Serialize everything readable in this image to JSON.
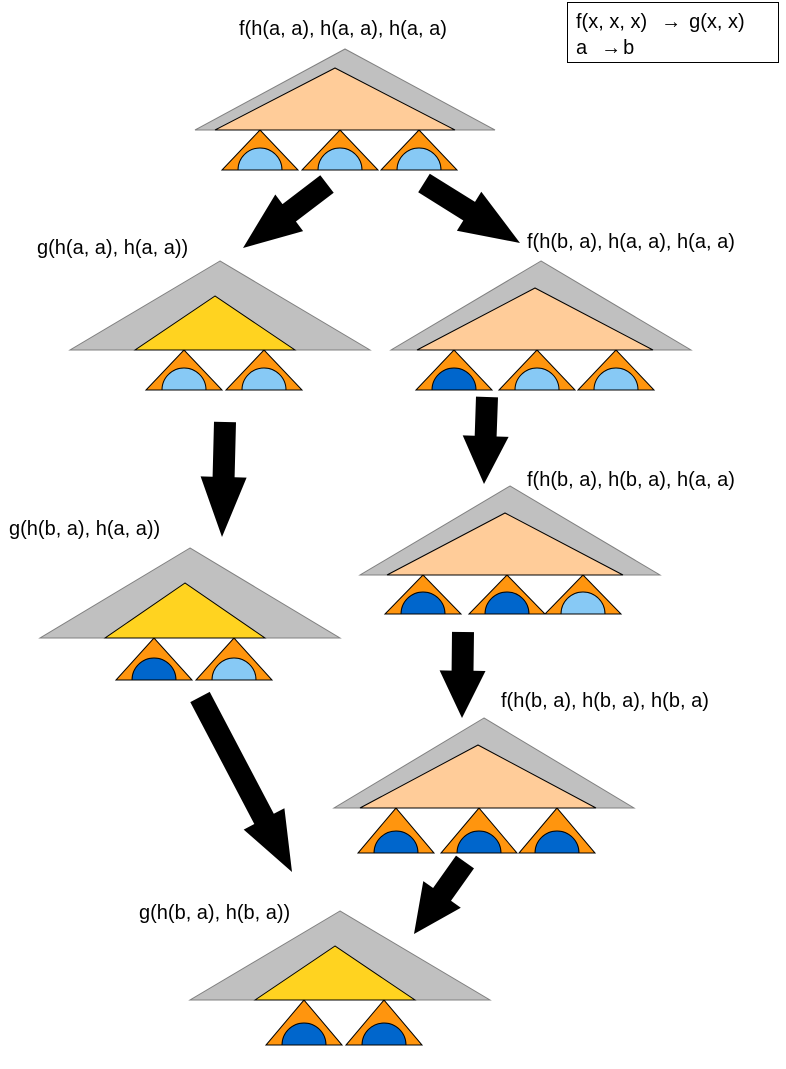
{
  "legend": {
    "rules": [
      {
        "lhs": "f(x, x, x)",
        "arrow": "→",
        "rhs": "g(x, x)"
      },
      {
        "lhs": "a",
        "arrow": "→",
        "rhs": "b"
      }
    ]
  },
  "nodes": [
    {
      "id": "n1",
      "label": "f(h(a, a), h(a, a), h(a, a)",
      "head": "f",
      "args": [
        "a",
        "a",
        "a"
      ]
    },
    {
      "id": "n2",
      "label": "g(h(a, a), h(a, a))",
      "head": "g",
      "args": [
        "a",
        "a"
      ]
    },
    {
      "id": "n3",
      "label": "f(h(b, a), h(a, a), h(a, a)",
      "head": "f",
      "args": [
        "b",
        "a",
        "a"
      ]
    },
    {
      "id": "n4",
      "label": "f(h(b, a), h(b, a), h(a, a)",
      "head": "f",
      "args": [
        "b",
        "b",
        "a"
      ]
    },
    {
      "id": "n5",
      "label": "g(h(b, a), h(a, a))",
      "head": "g",
      "args": [
        "b",
        "a"
      ]
    },
    {
      "id": "n6",
      "label": "f(h(b, a), h(b, a), h(b, a)",
      "head": "f",
      "args": [
        "b",
        "b",
        "b"
      ]
    },
    {
      "id": "n7",
      "label": "g(h(b, a), h(b, a))",
      "head": "g",
      "args": [
        "b",
        "b"
      ]
    }
  ],
  "edges": [
    {
      "from": "n1",
      "to": "n2"
    },
    {
      "from": "n1",
      "to": "n3"
    },
    {
      "from": "n2",
      "to": "n5"
    },
    {
      "from": "n3",
      "to": "n4"
    },
    {
      "from": "n4",
      "to": "n6"
    },
    {
      "from": "n5",
      "to": "n7"
    },
    {
      "from": "n6",
      "to": "n7"
    }
  ],
  "colors": {
    "outer_triangle": "#c0c0c0",
    "head_f": "#ffcc99",
    "head_g": "#ffd320",
    "subterm": "#ff950e",
    "arg_a": "#87c9f5",
    "arg_b": "#0066cc",
    "arrow": "#000000"
  }
}
